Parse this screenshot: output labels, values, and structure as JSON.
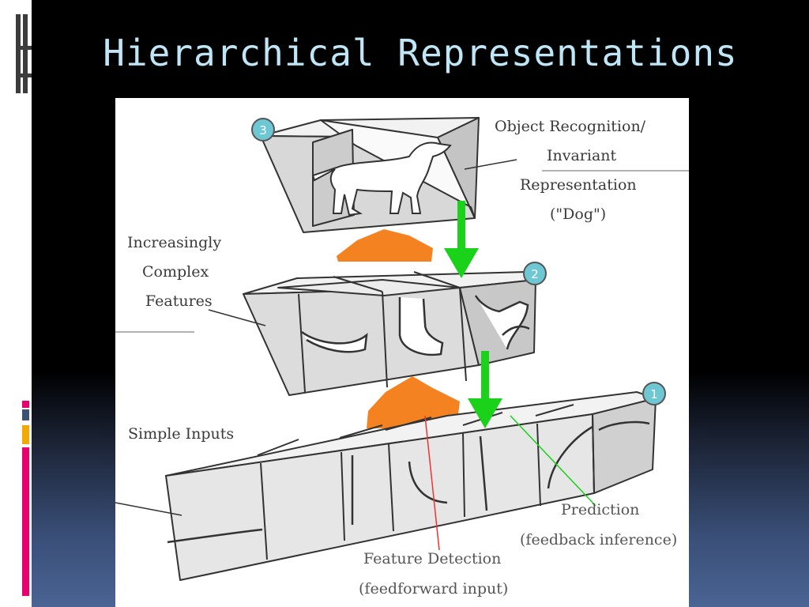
{
  "slide": {
    "title": "Hierarchical Representations",
    "accent_colors": [
      "#e8006f",
      "#3c5472",
      "#f2a900"
    ]
  },
  "diagram": {
    "level_badges": [
      "3",
      "2",
      "1"
    ],
    "labels": {
      "object_recognition": [
        "Object Recognition/",
        "Invariant",
        "Representation",
        "(\"Dog\")"
      ],
      "increasingly_complex": [
        "Increasingly",
        "Complex",
        "Features"
      ],
      "simple_inputs": "Simple Inputs",
      "prediction": [
        "Prediction",
        "(feedback inference)"
      ],
      "feature_detection": [
        "Feature Detection",
        "(feedforward input)"
      ]
    },
    "arrow_colors": {
      "feedforward": "#f58220",
      "feedback": "#19d219"
    }
  }
}
